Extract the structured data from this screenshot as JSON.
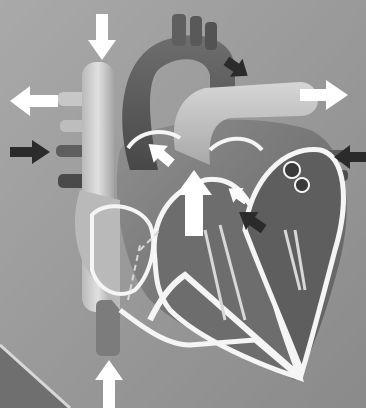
{
  "diagram": {
    "colors": {
      "background": "#8e8e8e",
      "panel": "#a6a6a6",
      "corner_dark": "#6f6f6f",
      "vessel_light": "#c9c9c9",
      "vessel_mid": "#9a9a9a",
      "vessel_dark": "#565656",
      "chamber_dark": "#5a5a5a",
      "outline_white": "#f5f5f5",
      "arrow_white": "#ffffff",
      "arrow_dark": "#2b2b2b"
    },
    "flow_arrows": [
      {
        "name": "arrow-into-superior-vena-cava",
        "color": "white",
        "direction": "down"
      },
      {
        "name": "arrow-into-inferior-vena-cava",
        "color": "white",
        "direction": "up"
      },
      {
        "name": "arrow-out-right-pulmonary-artery",
        "color": "white",
        "direction": "left"
      },
      {
        "name": "arrow-out-left-pulmonary-artery",
        "color": "white",
        "direction": "right"
      },
      {
        "name": "arrow-out-of-aorta",
        "color": "dark",
        "direction": "down-right"
      },
      {
        "name": "arrow-into-right-pulmonary-veins",
        "color": "dark",
        "direction": "right"
      },
      {
        "name": "arrow-into-left-pulmonary-veins",
        "color": "dark",
        "direction": "left"
      },
      {
        "name": "arrow-left-atrium-to-left-ventricle",
        "color": "dark",
        "direction": "up-left"
      },
      {
        "name": "arrow-aortic-outflow",
        "color": "white",
        "direction": "up-left"
      },
      {
        "name": "arrow-pulmonary-outflow",
        "color": "white",
        "direction": "up"
      },
      {
        "name": "arrow-mitral-inflow",
        "color": "white",
        "direction": "up-left"
      }
    ]
  }
}
